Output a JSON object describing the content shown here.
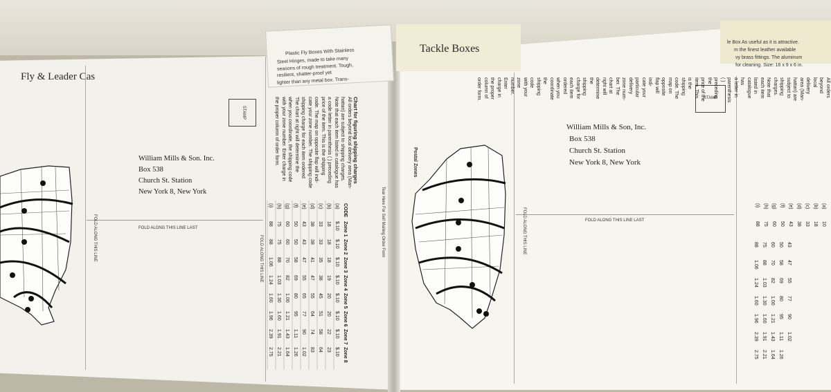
{
  "left_page": {
    "heading": "Fly & Leader Cas",
    "address": [
      "William Mills & Son. Inc.",
      "Box 538",
      "Church St. Station",
      "New York 8, New York"
    ],
    "fold_label": "FOLD ALONG THIS LINE LAST",
    "fold_label_vertical": "FOLD ALONG THIS LINE",
    "stamp_label": "STAMP",
    "plastic_box_text": [
      "Plastic Fly Boxes With Stainless",
      "Steel Hinges, made to take many",
      "seasons of rough treatment. Tough,",
      "resilient, shatter-proof     yet",
      "lighter than any metal box. Trans-"
    ],
    "chart_title": "Chart for figuring shipping charges",
    "chart_body": [
      "All orders beyond local delivery area (Man-",
      "hattan) are subject to shipping charges.",
      "Note that each item listed in catalogue has",
      "a code letter in parenthesis ( ) preceding",
      "price of the item. This is the shipping",
      "code. The map on opposite flap will indi-",
      "cate your zone number. The shipping code",
      "shipping charge for each item ordered",
      "The chart at right will determine the",
      "when you coordinate, the shipping code",
      "with your zone number. Enter charge in",
      "the proper column of order form."
    ],
    "tear_label": "Tear Here For Self Mailing Order Form"
  },
  "right_page": {
    "heading": "Tackle Boxes",
    "map_label": "Postal Zones",
    "address": [
      "William Mills & Son, Inc.",
      "Box 538",
      "Church St. Station",
      "New York 8, New York"
    ],
    "fold_label": "FOLD ALONG THIS LINE LAST",
    "fold_label_vertical": "FOLD ALONG THIS LINE",
    "stamp_label": "STAMP",
    "corner_text": [
      "le Box  As useful as it is attractive.",
      "m the finest leather available",
      "vy brass fittings. The aluminum",
      "for cleaning. Size: 16 x 9 x 6 in."
    ],
    "partial_chart": [
      "All orders beyond local delivery area (Man-",
      "hattan) are subject to shipping charges.",
      "Note that each item listed in catalogue has",
      "a letter in parenthesis ( ) preceding the",
      "price of the item. This is the shipping",
      "code. The map on opposite flap will indi-",
      "cate your particular delivery zone num-",
      "ber. The chart at right will determine the",
      "shipping charge for each item ordered",
      "when you coordinate the shipping code",
      "with your zone number. Enter charge in",
      "the proper column of order form."
    ]
  },
  "chart": {
    "headers": [
      "CODE",
      "Zone 1",
      "Zone 2",
      "Zone 3",
      "Zone 4",
      "Zone 5",
      "Zone 6",
      "Zone 7",
      "Zone 8"
    ],
    "rows": [
      [
        "(a)",
        "$.10",
        "$.10",
        "$.10",
        "$.10",
        "$.10",
        "$.10",
        "$.10",
        "$.10"
      ],
      [
        "(b)",
        "18",
        "18",
        "18",
        "19",
        "20",
        "20",
        "22",
        "23"
      ],
      [
        "(c)",
        "33",
        "33",
        "35",
        "38",
        "45",
        "51",
        "58",
        "64"
      ],
      [
        "(d)",
        "38",
        "38",
        "41",
        "47",
        "55",
        "64",
        "74",
        "83"
      ],
      [
        "(e)",
        "43",
        "43",
        "47",
        "55",
        "65",
        "77",
        "90",
        "1.02"
      ],
      [
        "(f)",
        "50",
        "50",
        "58",
        "69",
        "80",
        "95",
        "1.11",
        "1.26"
      ],
      [
        "(g)",
        "60",
        "60",
        "70",
        "82",
        "1.00",
        "1.21",
        "1.43",
        "1.64"
      ],
      [
        "(h)",
        "75",
        "75",
        "88",
        "1.03",
        "1.30",
        "1.60",
        "1.91",
        "2.21"
      ],
      [
        "(i)",
        "88",
        "88",
        "1.06",
        "1.24",
        "1.60",
        "1.96",
        "2.39",
        "2.75"
      ]
    ],
    "partial_rows": [
      [
        "(a)",
        "10"
      ],
      [
        "(b)",
        "18"
      ],
      [
        "(c)",
        "33"
      ],
      [
        "(d)",
        "38"
      ],
      [
        "(e)",
        "43"
      ],
      [
        "(f)",
        "50"
      ],
      [
        "(g)",
        "60"
      ],
      [
        "(h)",
        "75"
      ],
      [
        "(i)",
        "88"
      ]
    ],
    "partial_cols": [
      [
        "43",
        "47",
        "55",
        "77",
        "90",
        "1.02"
      ],
      [
        "50",
        "58",
        "69",
        "80",
        "95",
        "1.11",
        "1.26"
      ],
      [
        "60",
        "70",
        "82",
        "1.00",
        "1.21",
        "1.43",
        "1.64"
      ],
      [
        "75",
        "88",
        "1.03",
        "1.30",
        "1.60",
        "1.91",
        "2.21"
      ],
      [
        "88",
        "1.06",
        "1.24",
        "1.60",
        "1.96",
        "2.39",
        "2.75"
      ]
    ]
  },
  "colors": {
    "paper": "#f4f3ee",
    "tan_label": "#eeead4",
    "ink": "#1a1a1a",
    "background": "#bcb7a7"
  }
}
